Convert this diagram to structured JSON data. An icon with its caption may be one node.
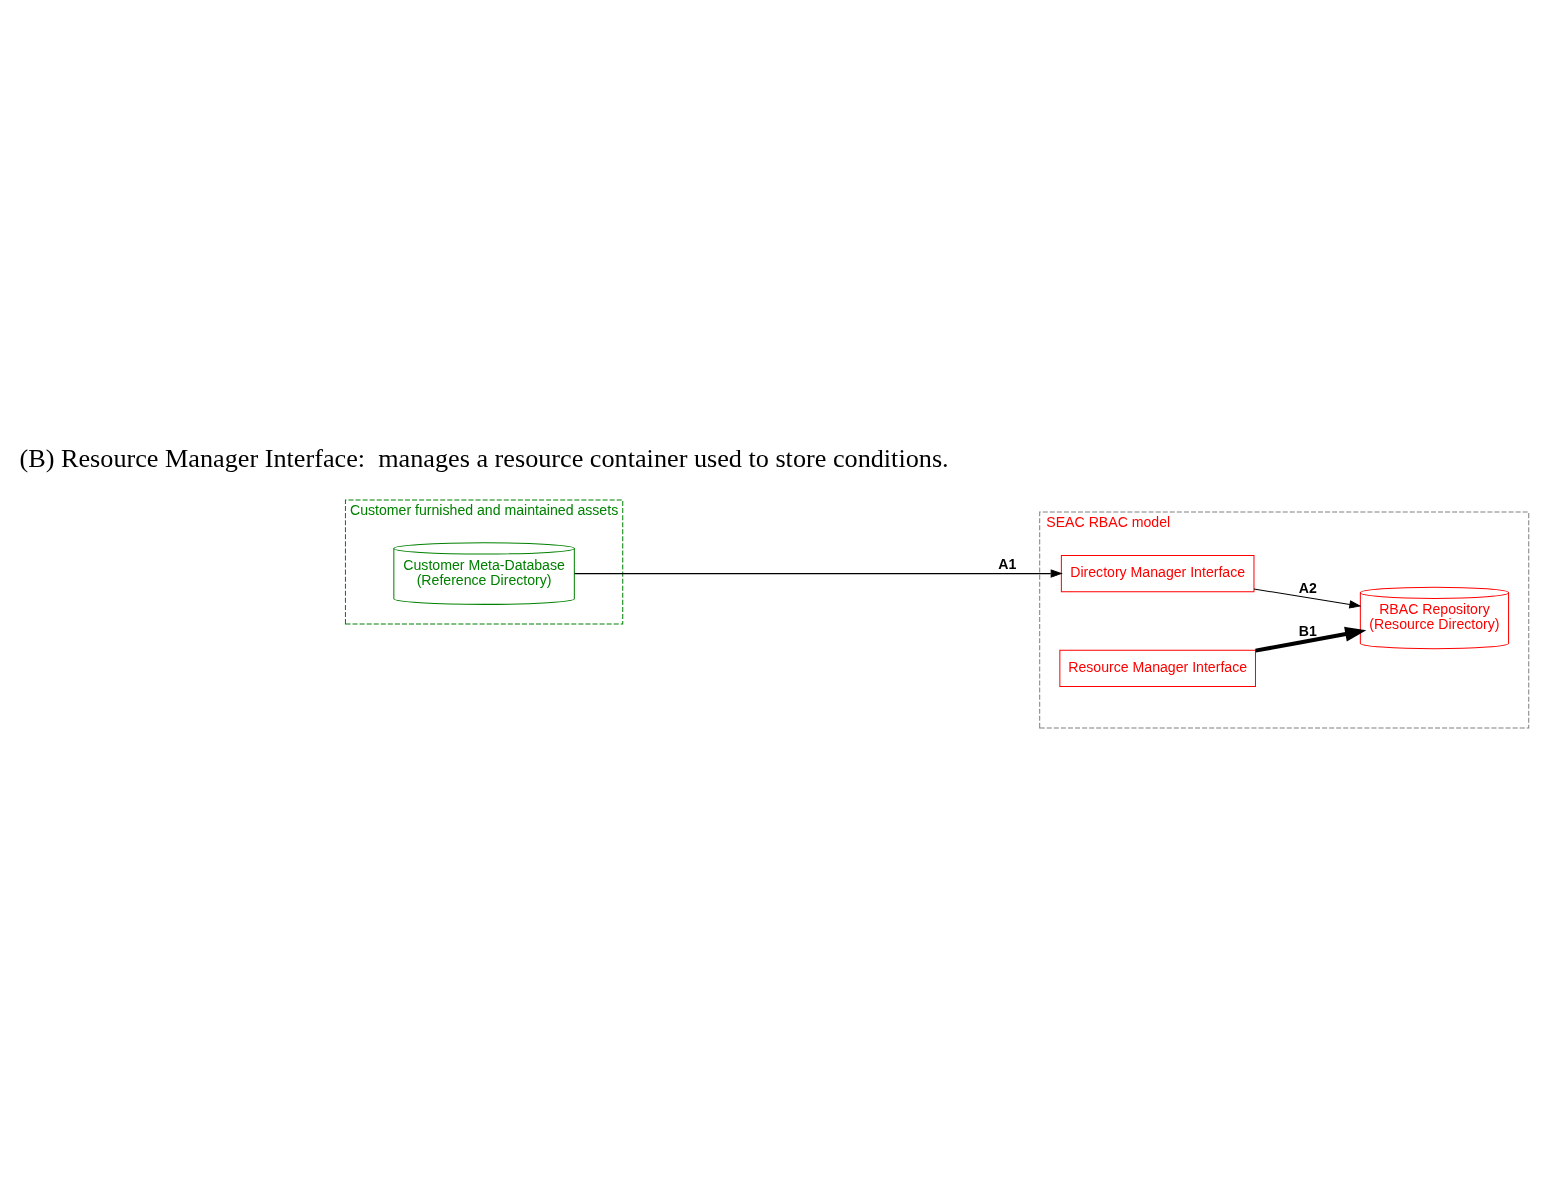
{
  "diagram": {
    "nodes": [
      {
        "text": [
          "Customer furnished and maintained assets"
        ]
      },
      {
        "text": [
          "SEAC RBAC model"
        ]
      },
      {
        "text": [
          "Customer Meta-Database (Reference Directory)"
        ],
        "in": 0
      },
      {
        "text": [
          "Directory Manager Interface"
        ],
        "in": 1
      },
      {
        "text": [
          "RBAC Repository (Resource Directory)"
        ],
        "in": 1
      },
      {
        "text": [
          "Resource Manager Interface"
        ],
        "in": 1
      }
    ],
    "edges": [
      {
        "from": 2,
        "to": 3,
        "arrow": "to",
        "label": "A1"
      },
      {
        "from": 3,
        "to": 4,
        "arrow": "to",
        "label": "A2"
      },
      {
        "from": 5,
        "to": 4,
        "arrow": "to",
        "label": "B1",
        "style": "thick"
      }
    ],
    "labels": [
      "(B) Resource Manager Interface:  manages a resource container used to store conditions."
    ]
  }
}
